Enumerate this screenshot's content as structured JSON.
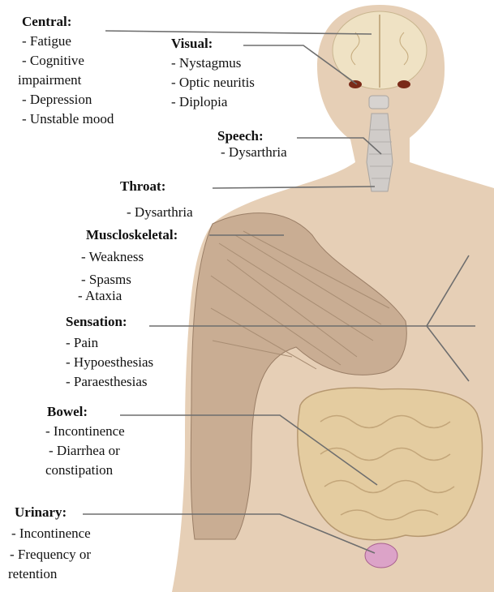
{
  "central": {
    "heading": "Central:",
    "items": [
      "- Fatigue",
      "- Cognitive",
      "impairment",
      "- Depression",
      "- Unstable mood"
    ]
  },
  "visual": {
    "heading": "Visual:",
    "items": [
      "- Nystagmus",
      "- Optic neuritis",
      "- Diplopia"
    ]
  },
  "speech": {
    "heading": "Speech:",
    "items": [
      "- Dysarthria"
    ]
  },
  "throat": {
    "heading": "Throat:",
    "items": [
      "- Dysarthria"
    ]
  },
  "musculoskeletal": {
    "heading": "Muscloskeletal:",
    "items": [
      "- Weakness",
      "- Spasms",
      "- Ataxia"
    ]
  },
  "sensation": {
    "heading": "Sensation:",
    "items": [
      "- Pain",
      "- Hypoesthesias",
      "- Paraesthesias"
    ]
  },
  "bowel": {
    "heading": "Bowel:",
    "items": [
      "- Incontinence",
      "- Diarrhea or",
      "constipation"
    ]
  },
  "urinary": {
    "heading": "Urinary:",
    "items": [
      "- Incontinence",
      "- Frequency or",
      "retention"
    ]
  },
  "colors": {
    "skin": "#e6cfb6",
    "brain": "#efe2c4",
    "muscle": "#c9ad93",
    "intestine": "#e4cca0",
    "leader": "#6e6e6e"
  }
}
